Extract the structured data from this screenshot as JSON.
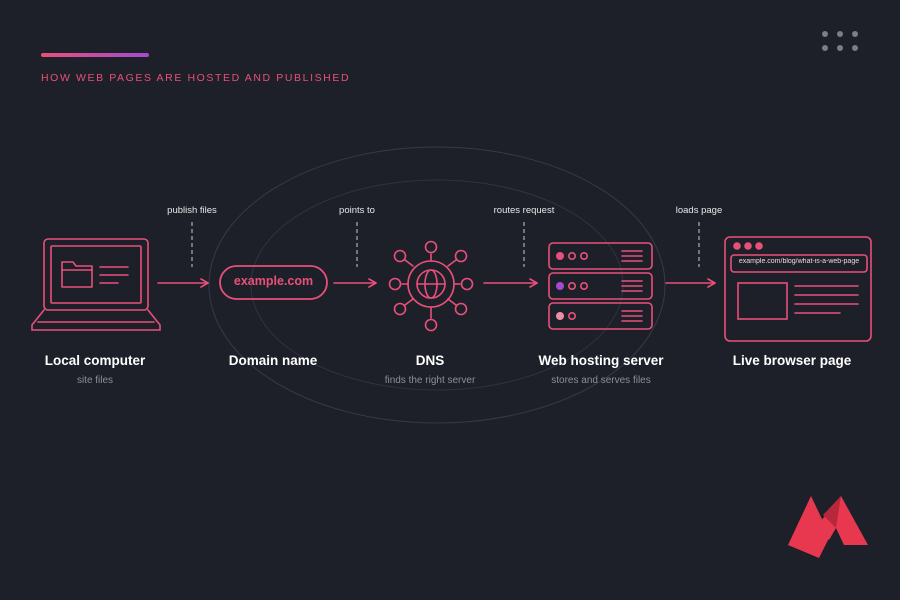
{
  "header": {
    "title": "HOW WEB PAGES ARE HOSTED AND PUBLISHED"
  },
  "colors": {
    "background": "#1d2028",
    "accent": "#e8507a",
    "accent_secondary": "#a24bd0",
    "text_primary": "#ffffff",
    "text_muted": "#8b8f99",
    "logo_red": "#e8384f"
  },
  "steps": [
    {
      "title": "Local computer",
      "subtitle": "site files",
      "icon": "laptop-folder-icon"
    },
    {
      "title": "Domain name",
      "subtitle": "",
      "icon": "domain-pill",
      "pill_text": "example.com"
    },
    {
      "title": "DNS",
      "subtitle": "finds the right server",
      "icon": "network-globe-icon"
    },
    {
      "title": "Web hosting server",
      "subtitle": "stores and serves files",
      "icon": "server-rack-icon"
    },
    {
      "title": "Live browser page",
      "subtitle": "",
      "icon": "browser-window-icon",
      "url": "example.com/blog/what-is-a-web-page"
    }
  ],
  "connectors": [
    {
      "label": "publish files"
    },
    {
      "label": "points to"
    },
    {
      "label": "routes request"
    },
    {
      "label": "loads page"
    }
  ],
  "decor": {
    "menu_icon": "dots-grid-icon",
    "logo_icon": "brand-logo-icon"
  }
}
